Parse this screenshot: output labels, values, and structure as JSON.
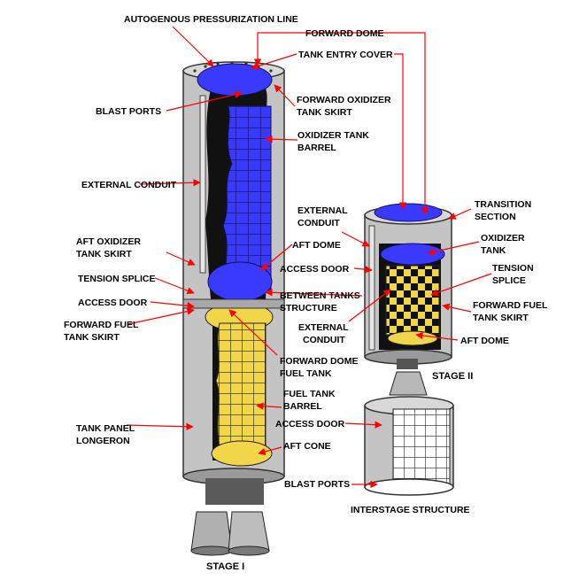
{
  "labels": {
    "autogenous_pressurization_line": "AUTOGENOUS PRESSURIZATION LINE",
    "forward_dome": "FORWARD DOME",
    "tank_entry_cover": "TANK ENTRY COVER",
    "blast_ports_top": "BLAST PORTS",
    "forward_oxidizer_tank_skirt_1": "FORWARD OXIDIZER",
    "forward_oxidizer_tank_skirt_2": "TANK SKIRT",
    "oxidizer_tank_barrel_1": "OXIDIZER TANK",
    "oxidizer_tank_barrel_2": "BARREL",
    "external_conduit_left": "EXTERNAL CONDUIT",
    "external_conduit_mid_1": "EXTERNAL",
    "external_conduit_mid_2": "CONDUIT",
    "transition_section_1": "TRANSITION",
    "transition_section_2": "SECTION",
    "oxidizer_tank_1": "OXIDIZER",
    "oxidizer_tank_2": "TANK",
    "aft_oxidizer_tank_skirt_1": "AFT OXIDIZER",
    "aft_oxidizer_tank_skirt_2": "TANK SKIRT",
    "aft_dome_upper": "AFT DOME",
    "access_door_mid": "ACCESS DOOR",
    "tension_splice_right_1": "TENSION",
    "tension_splice_right_2": "SPLICE",
    "tension_splice_left": "TENSION SPLICE",
    "between_tanks_structure_1": "BETWEEN TANKS",
    "between_tanks_structure_2": "STRUCTURE",
    "access_door_left": "ACCESS DOOR",
    "forward_fuel_tank_skirt_left_1": "FORWARD FUEL",
    "forward_fuel_tank_skirt_left_2": "TANK SKIRT",
    "forward_fuel_tank_skirt_right_1": "FORWARD FUEL",
    "forward_fuel_tank_skirt_right_2": "TANK SKIRT",
    "external_conduit_stage2_1": "EXTERNAL",
    "external_conduit_stage2_2": "CONDUIT",
    "aft_dome_lower": "AFT DOME",
    "forward_dome_fuel_tank_1": "FORWARD DOME",
    "forward_dome_fuel_tank_2": "FUEL TANK",
    "stage_ii": "STAGE II",
    "fuel_tank_barrel_1": "FUEL TANK",
    "fuel_tank_barrel_2": "BARREL",
    "access_door_lower": "ACCESS DOOR",
    "tank_panel_longeron_1": "TANK PANEL",
    "tank_panel_longeron_2": "LONGERON",
    "aft_cone": "AFT CONE",
    "blast_ports_lower": "BLAST PORTS",
    "interstage_structure": "INTERSTAGE STRUCTURE",
    "stage_i": "STAGE I"
  },
  "colors": {
    "oxidizer": "#3a3aff",
    "fuel": "#f2d64a",
    "shell": "#c4c4c4",
    "shell_dark": "#8e8e8e",
    "cavity": "#111111",
    "arrow": "#ff0000"
  }
}
